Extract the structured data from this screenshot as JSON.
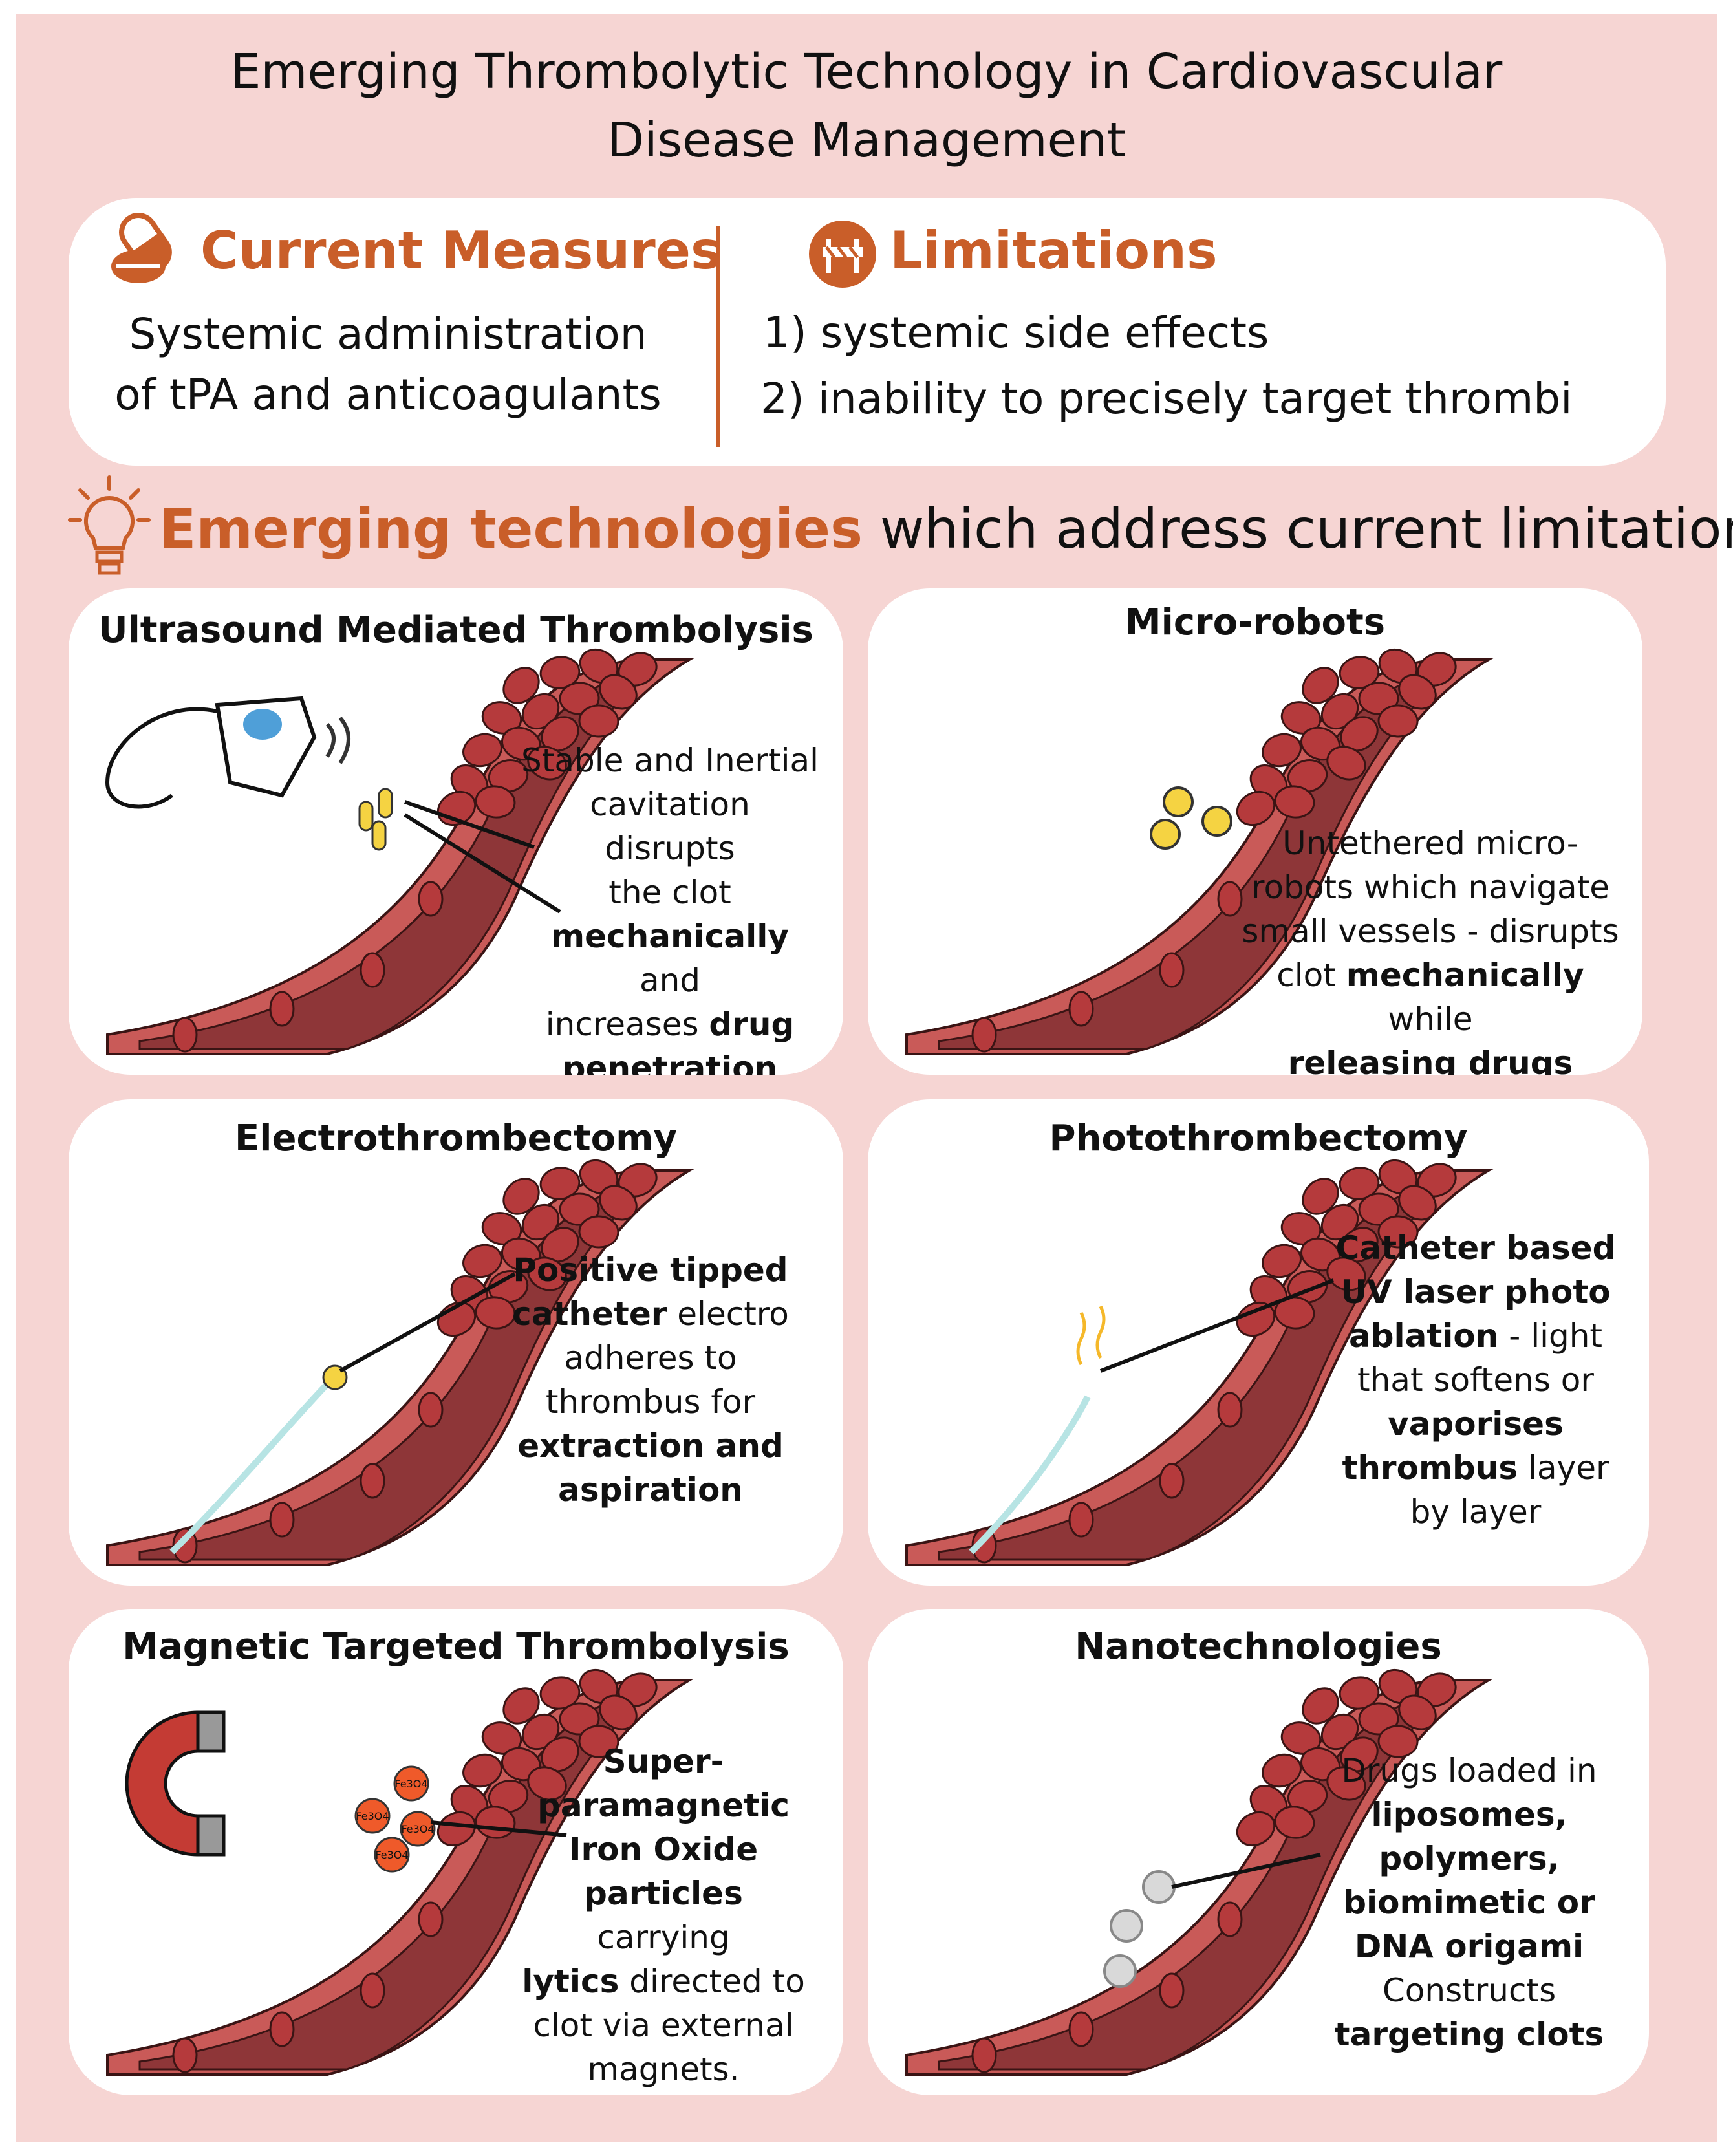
{
  "title": {
    "line1": "Emerging Thrombolytic Technology in Cardiovascular",
    "line2": "Disease Management"
  },
  "current_measures": {
    "heading": "Current Measures",
    "icon": "pills-icon",
    "line1": "Systemic administration",
    "line2": "of tPA and anticoagulants"
  },
  "limitations": {
    "heading": "Limitations",
    "icon": "barrier-icon",
    "items": [
      "1) systemic side effects",
      "2) inability to precisely target thrombi"
    ]
  },
  "emerging": {
    "icon": "lightbulb-icon",
    "highlight": "Emerging technologies",
    "rest": " which address current limitations"
  },
  "colors": {
    "accent": "#c95e29",
    "background": "#f6d5d3",
    "vessel_wall": "#c95a58",
    "vessel_interior": "#8e3638",
    "blood_cell": "#b53a3c"
  },
  "cards": {
    "ultrasound": {
      "title": "Ultrasound Mediated Thrombolysis",
      "lines": [
        [
          "Stable and Inertial",
          ""
        ],
        [
          "cavitation disrupts",
          ""
        ],
        [
          "the clot",
          ""
        ],
        [
          "",
          "mechanically",
          " and"
        ],
        [
          "increases ",
          "drug",
          ""
        ],
        [
          "",
          "penetration",
          ""
        ]
      ]
    },
    "microrobots": {
      "title": "Micro-robots",
      "lines": [
        [
          "Untethered micro-",
          ""
        ],
        [
          "robots which navigate",
          ""
        ],
        [
          "small vessels - disrupts",
          ""
        ],
        [
          "clot ",
          "mechanically",
          " while"
        ],
        [
          "",
          "releasing drugs locally",
          ""
        ]
      ]
    },
    "electro": {
      "title": "Electrothrombectomy",
      "lines": [
        [
          "",
          "Positive tipped",
          ""
        ],
        [
          "",
          "catheter",
          " electro"
        ],
        [
          "adheres to",
          ""
        ],
        [
          "thrombus for",
          ""
        ],
        [
          "",
          "extraction and",
          ""
        ],
        [
          "",
          "aspiration",
          ""
        ]
      ]
    },
    "photo": {
      "title": "Photothrombectomy",
      "lines": [
        [
          "",
          "Catheter based",
          ""
        ],
        [
          "",
          "UV laser photo",
          ""
        ],
        [
          "",
          "ablation",
          " - light"
        ],
        [
          "that softens or",
          ""
        ],
        [
          "",
          "vaporises",
          ""
        ],
        [
          "",
          "thrombus",
          " layer"
        ],
        [
          "by layer",
          ""
        ]
      ]
    },
    "magnetic": {
      "title": "Magnetic Targeted Thrombolysis",
      "particle_label": "Fe3O4",
      "lines": [
        [
          "",
          "Super-",
          ""
        ],
        [
          "",
          "paramagnetic",
          ""
        ],
        [
          "",
          "Iron Oxide",
          ""
        ],
        [
          "",
          "particles",
          " carrying"
        ],
        [
          "",
          "lytics",
          " directed to"
        ],
        [
          "clot via external",
          ""
        ],
        [
          "magnets.",
          ""
        ]
      ]
    },
    "nano": {
      "title": "Nanotechnologies",
      "lines": [
        [
          "Drugs loaded in",
          ""
        ],
        [
          "",
          "liposomes,",
          ""
        ],
        [
          "",
          "polymers,",
          ""
        ],
        [
          "",
          "biomimetic or",
          ""
        ],
        [
          "",
          "DNA origami",
          ""
        ],
        [
          "Constructs",
          ""
        ],
        [
          "",
          "targeting clots",
          ""
        ]
      ]
    }
  }
}
